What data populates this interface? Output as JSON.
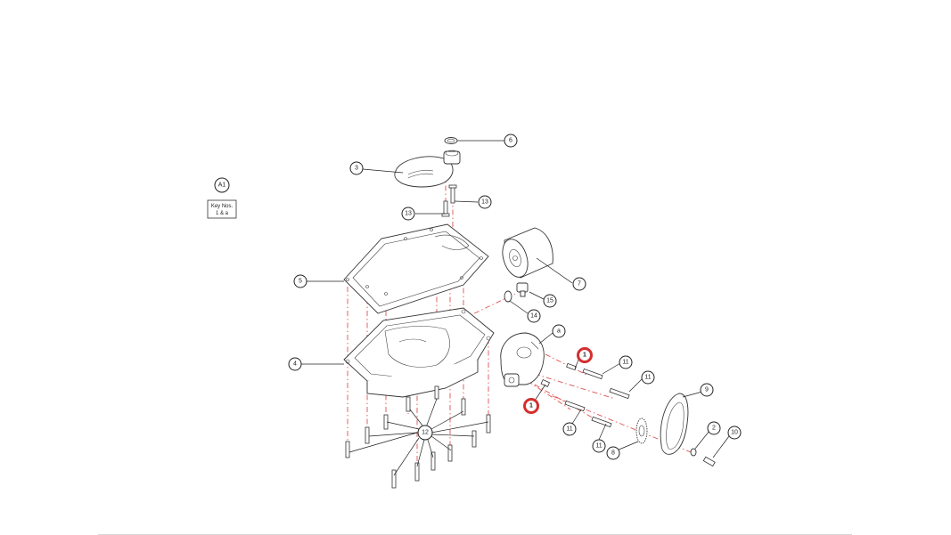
{
  "figure": {
    "id_badge": "A1",
    "key_note_line1": "Key Nos.",
    "key_note_line2": "1 & a"
  },
  "callouts": {
    "c1a": "1",
    "c1b": "1",
    "c2": "2",
    "c3": "3",
    "c4": "4",
    "c5": "5",
    "c6": "6",
    "c7": "7",
    "c8": "8",
    "c9": "9",
    "c10": "10",
    "c11a": "11",
    "c11b": "11",
    "c11c": "11",
    "c11d": "11",
    "c12": "12",
    "c13a": "13",
    "c13b": "13",
    "c14": "14",
    "c15": "15",
    "ca": "a"
  },
  "colors": {
    "highlight": "#d32f2f",
    "centerline": "#e05050",
    "ink": "#222222"
  }
}
